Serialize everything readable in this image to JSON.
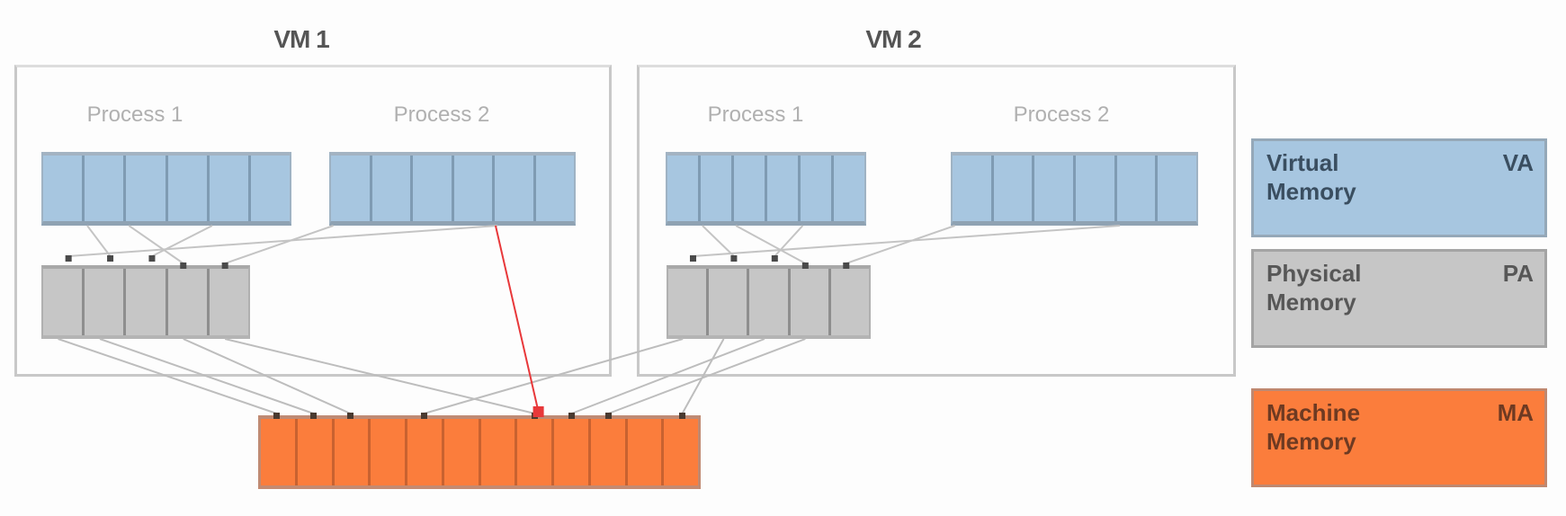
{
  "vms": [
    {
      "title": "VM 1",
      "processes": [
        {
          "label": "Process 1",
          "virtual_pages": 6
        },
        {
          "label": "Process 2",
          "virtual_pages": 6
        }
      ],
      "physical_pages": 5
    },
    {
      "title": "VM 2",
      "processes": [
        {
          "label": "Process 1",
          "virtual_pages": 6
        },
        {
          "label": "Process 2",
          "virtual_pages": 6
        }
      ],
      "physical_pages": 5
    }
  ],
  "machine_pages": 12,
  "legend": [
    {
      "name": "Virtual Memory",
      "abbr": "VA",
      "color": "#a7c6e0"
    },
    {
      "name": "Physical Memory",
      "abbr": "PA",
      "color": "#c6c6c6"
    },
    {
      "name": "Machine Memory",
      "abbr": "MA",
      "color": "#fb7d3c"
    }
  ],
  "highlight_color": "#e8383a",
  "mappings": {
    "vm1_va_to_pa": [
      {
        "process": 0,
        "page": 1,
        "pa": 1
      },
      {
        "process": 0,
        "page": 2,
        "pa": 3
      },
      {
        "process": 0,
        "page": 4,
        "pa": 2
      },
      {
        "process": 1,
        "page": 0,
        "pa": 4
      },
      {
        "process": 1,
        "page": 4,
        "pa": 0
      }
    ],
    "vm2_va_to_pa": [
      {
        "process": 0,
        "page": 1,
        "pa": 1
      },
      {
        "process": 0,
        "page": 2,
        "pa": 3
      },
      {
        "process": 0,
        "page": 4,
        "pa": 2
      },
      {
        "process": 1,
        "page": 0,
        "pa": 4
      },
      {
        "process": 1,
        "page": 4,
        "pa": 0
      }
    ],
    "vm1_pa_to_ma": [
      {
        "pa": 0,
        "ma": 0
      },
      {
        "pa": 1,
        "ma": 1
      },
      {
        "pa": 3,
        "ma": 2
      },
      {
        "pa": 4,
        "ma": 7
      }
    ],
    "vm2_pa_to_ma": [
      {
        "pa": 0,
        "ma": 4
      },
      {
        "pa": 1,
        "ma": 11
      },
      {
        "pa": 2,
        "ma": 8
      },
      {
        "pa": 3,
        "ma": 9
      }
    ],
    "shadow_highlight": {
      "vm": 0,
      "process": 1,
      "page": 4,
      "ma": 7
    }
  }
}
